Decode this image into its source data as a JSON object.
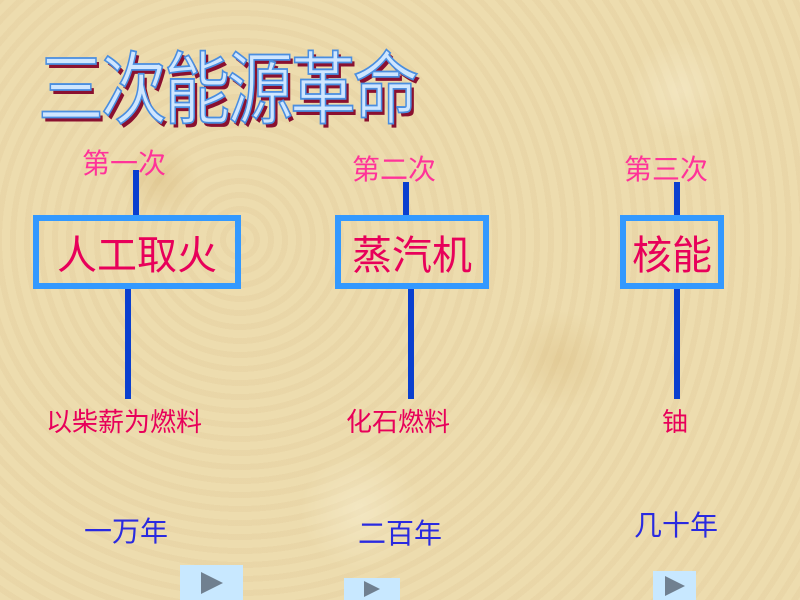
{
  "title": "三次能源革命",
  "revolutions": [
    {
      "order": "第一次",
      "name": "人工取火",
      "fuel": "以柴薪为燃料",
      "duration": "一万年"
    },
    {
      "order": "第二次",
      "name": "蒸汽机",
      "fuel": "化石燃料",
      "duration": "二百年"
    },
    {
      "order": "第三次",
      "name": "核能",
      "fuel": "铀",
      "duration": "几十年"
    }
  ],
  "nav_buttons": [
    "play-icon",
    "play-icon",
    "play-icon"
  ]
}
